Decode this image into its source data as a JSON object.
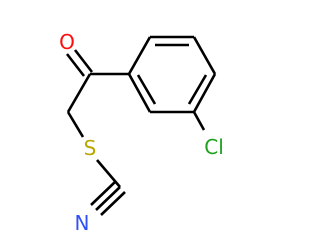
{
  "molecule": {
    "atoms": {
      "oxygen": {
        "symbol": "O",
        "color": "#ff0d0d"
      },
      "sulfur": {
        "symbol": "S",
        "color": "#b8a800"
      },
      "nitrogen": {
        "symbol": "N",
        "color": "#3050f8"
      },
      "chlorine": {
        "symbol": "Cl",
        "color": "#1fa01f"
      }
    },
    "bond_color": "#000000"
  }
}
